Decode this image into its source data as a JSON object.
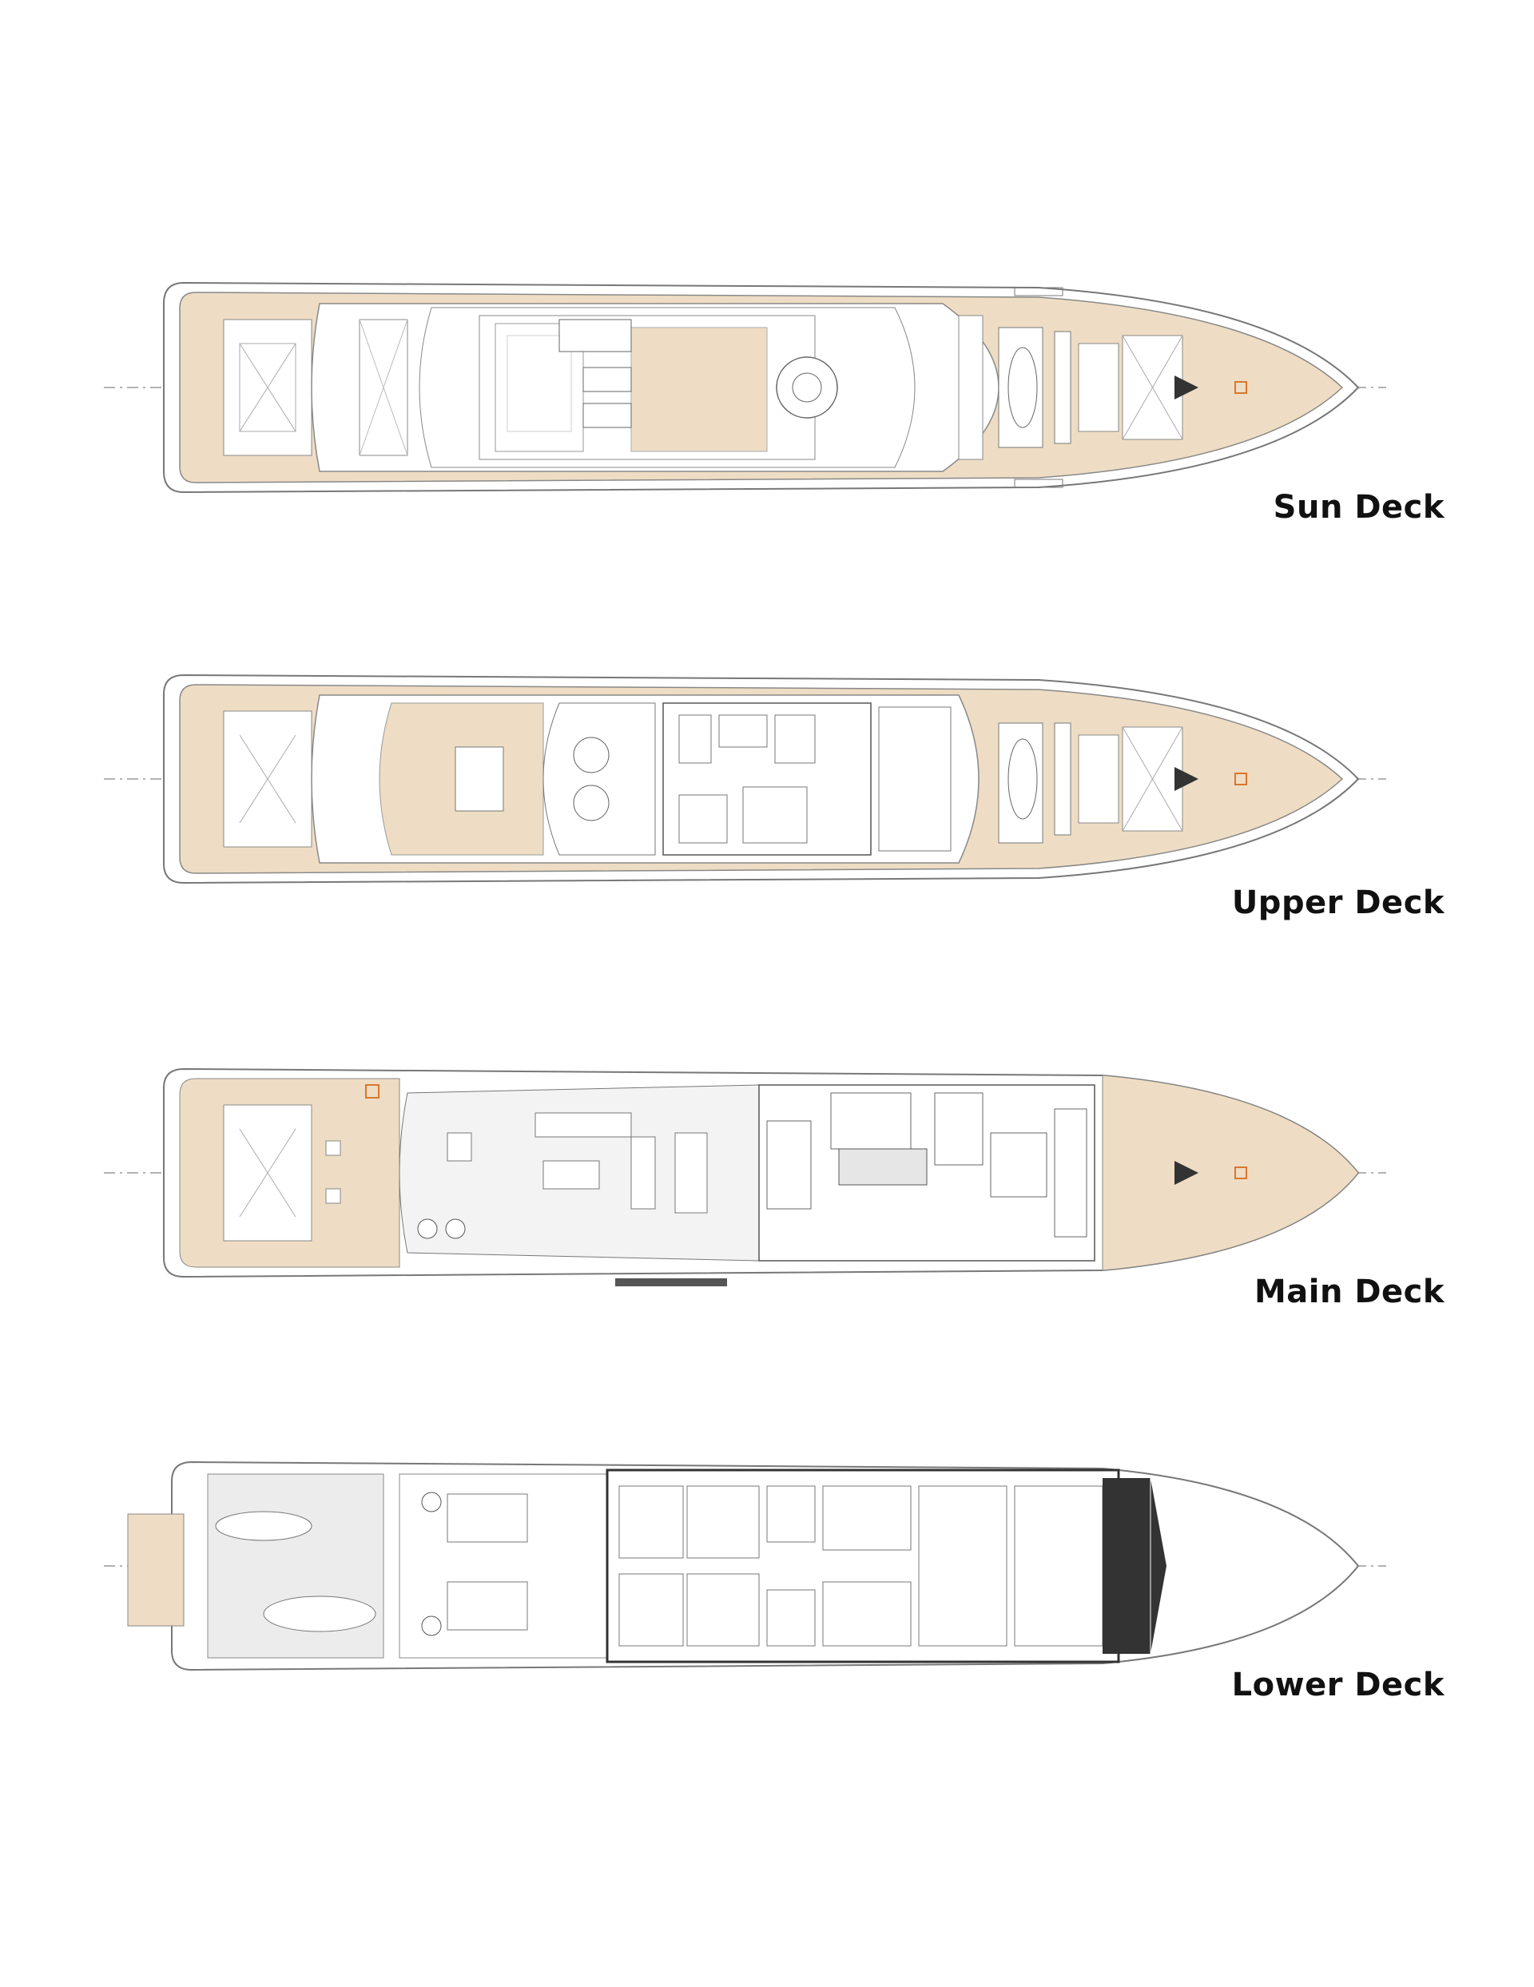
{
  "decks": [
    {
      "id": "sun",
      "label": "Sun Deck"
    },
    {
      "id": "upper",
      "label": "Upper Deck"
    },
    {
      "id": "main",
      "label": "Main Deck"
    },
    {
      "id": "lower",
      "label": "Lower Deck"
    }
  ],
  "colors": {
    "teak": "#eeddc4",
    "line": "#8a8a8a",
    "dark": "#333333",
    "accent": "#d9772c",
    "grey": "#e6e6e6"
  }
}
